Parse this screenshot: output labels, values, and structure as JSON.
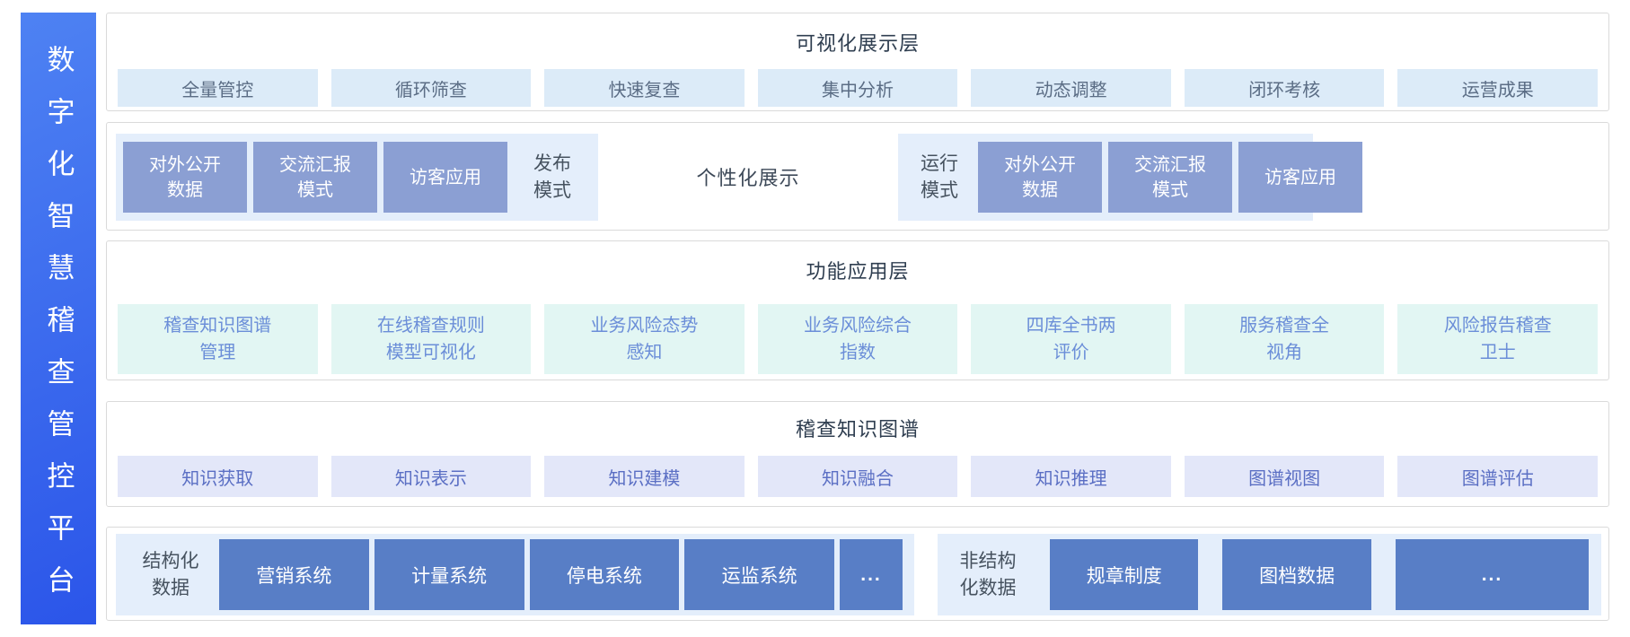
{
  "platform": {
    "title": "数字化智慧稽查管控平台"
  },
  "visualization": {
    "title": "可视化展示层",
    "items": [
      "全量管控",
      "循环筛查",
      "快速复查",
      "集中分析",
      "动态调整",
      "闭环考核",
      "运营成果"
    ]
  },
  "modes": {
    "center_label": "个性化展示",
    "publish": {
      "label": [
        "发布",
        "模式"
      ],
      "boxes": [
        [
          "对外公开",
          "数据"
        ],
        [
          "交流汇报",
          "模式"
        ],
        [
          "访客应用",
          ""
        ]
      ]
    },
    "run": {
      "label": [
        "运行",
        "模式"
      ],
      "boxes": [
        [
          "对外公开",
          "数据"
        ],
        [
          "交流汇报",
          "模式"
        ],
        [
          "访客应用",
          ""
        ]
      ]
    }
  },
  "function": {
    "title": "功能应用层",
    "items": [
      [
        "稽查知识图谱",
        "管理"
      ],
      [
        "在线稽查规则",
        "模型可视化"
      ],
      [
        "业务风险态势",
        "感知"
      ],
      [
        "业务风险综合",
        "指数"
      ],
      [
        "四库全书两",
        "评价"
      ],
      [
        "服务稽查全",
        "视角"
      ],
      [
        "风险报告稽查",
        "卫士"
      ]
    ]
  },
  "knowledge": {
    "title": "稽查知识图谱",
    "items": [
      "知识获取",
      "知识表示",
      "知识建模",
      "知识融合",
      "知识推理",
      "图谱视图",
      "图谱评估"
    ]
  },
  "datasources": {
    "structured": {
      "label": [
        "结构化",
        "数据"
      ],
      "boxes": [
        "营销系统",
        "计量系统",
        "停电系统",
        "运监系统"
      ],
      "more": "..."
    },
    "unstructured": {
      "label": [
        "非结构",
        "化数据"
      ],
      "boxes": [
        "规章制度",
        "图档数据"
      ],
      "more": "..."
    }
  },
  "colors": {
    "sidebar_gradient_start": "#4e82f3",
    "sidebar_gradient_end": "#2b55e9",
    "light_blue_cell": "#dcebf8",
    "light_blue_group": "#e4eefb",
    "mint_cell": "#e2f6f3",
    "lavender_cell": "#e3e7f9",
    "mode_box": "#8b9fd3",
    "system_box": "#587ec6"
  }
}
